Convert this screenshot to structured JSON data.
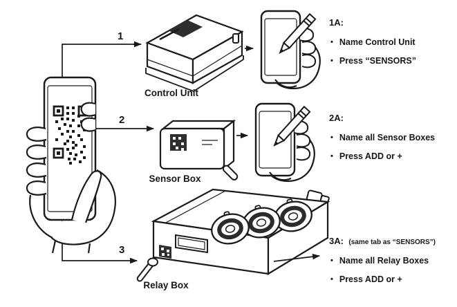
{
  "bullet_char": "•",
  "steps": [
    {
      "number": "1",
      "device_label": "Control Unit",
      "result_label": "1A:",
      "result_note": "",
      "bullets": [
        "Name Control Unit",
        "Press “SENSORS”"
      ]
    },
    {
      "number": "2",
      "device_label": "Sensor Box",
      "result_label": "2A:",
      "result_note": "",
      "bullets": [
        "Name all Sensor Boxes",
        "Press ADD or +"
      ]
    },
    {
      "number": "3",
      "device_label": "Relay Box",
      "result_label": "3A:",
      "result_note": "(same tab as “SENSORS”)",
      "bullets": [
        "Name all Relay Boxes",
        "Press ADD or +"
      ]
    }
  ],
  "illustrations": {
    "source": "hand-holding-phone-with-qr-code",
    "step1_device": "control-unit",
    "step2_device": "sensor-box",
    "step3_device": "relay-box",
    "step1_action": "hand-holding-phone-with-pencil",
    "step2_action": "hand-holding-phone-with-pencil"
  },
  "colors": {
    "line": "#1a1a1a",
    "background": "#ffffff",
    "label_fill": "#2e2e2e"
  }
}
